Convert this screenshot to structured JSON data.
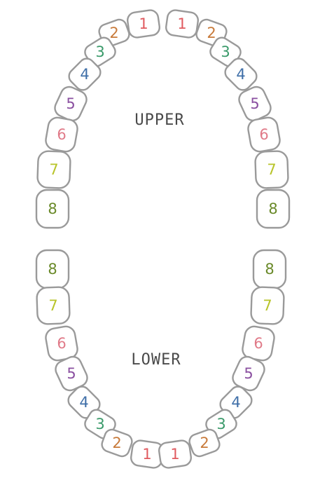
{
  "diagram": {
    "upper_label": "UPPER",
    "lower_label": "LOWER",
    "tooth_colors": {
      "1": "#e05a5f",
      "2": "#c87a3a",
      "3": "#3a9a6a",
      "4": "#3f6fa8",
      "5": "#8a4fa0",
      "6": "#e07a88",
      "7": "#b8c42a",
      "8": "#6a8a2a"
    },
    "upper_teeth": [
      {
        "side": "left",
        "number": "1"
      },
      {
        "side": "left",
        "number": "2"
      },
      {
        "side": "left",
        "number": "3"
      },
      {
        "side": "left",
        "number": "4"
      },
      {
        "side": "left",
        "number": "5"
      },
      {
        "side": "left",
        "number": "6"
      },
      {
        "side": "left",
        "number": "7"
      },
      {
        "side": "left",
        "number": "8"
      },
      {
        "side": "right",
        "number": "1"
      },
      {
        "side": "right",
        "number": "2"
      },
      {
        "side": "right",
        "number": "3"
      },
      {
        "side": "right",
        "number": "4"
      },
      {
        "side": "right",
        "number": "5"
      },
      {
        "side": "right",
        "number": "6"
      },
      {
        "side": "right",
        "number": "7"
      },
      {
        "side": "right",
        "number": "8"
      }
    ],
    "lower_teeth": [
      {
        "side": "left",
        "number": "8"
      },
      {
        "side": "left",
        "number": "7"
      },
      {
        "side": "left",
        "number": "6"
      },
      {
        "side": "left",
        "number": "5"
      },
      {
        "side": "left",
        "number": "4"
      },
      {
        "side": "left",
        "number": "3"
      },
      {
        "side": "left",
        "number": "2"
      },
      {
        "side": "left",
        "number": "1"
      },
      {
        "side": "right",
        "number": "8"
      },
      {
        "side": "right",
        "number": "7"
      },
      {
        "side": "right",
        "number": "6"
      },
      {
        "side": "right",
        "number": "5"
      },
      {
        "side": "right",
        "number": "4"
      },
      {
        "side": "right",
        "number": "3"
      },
      {
        "side": "right",
        "number": "2"
      },
      {
        "side": "right",
        "number": "1"
      }
    ]
  }
}
